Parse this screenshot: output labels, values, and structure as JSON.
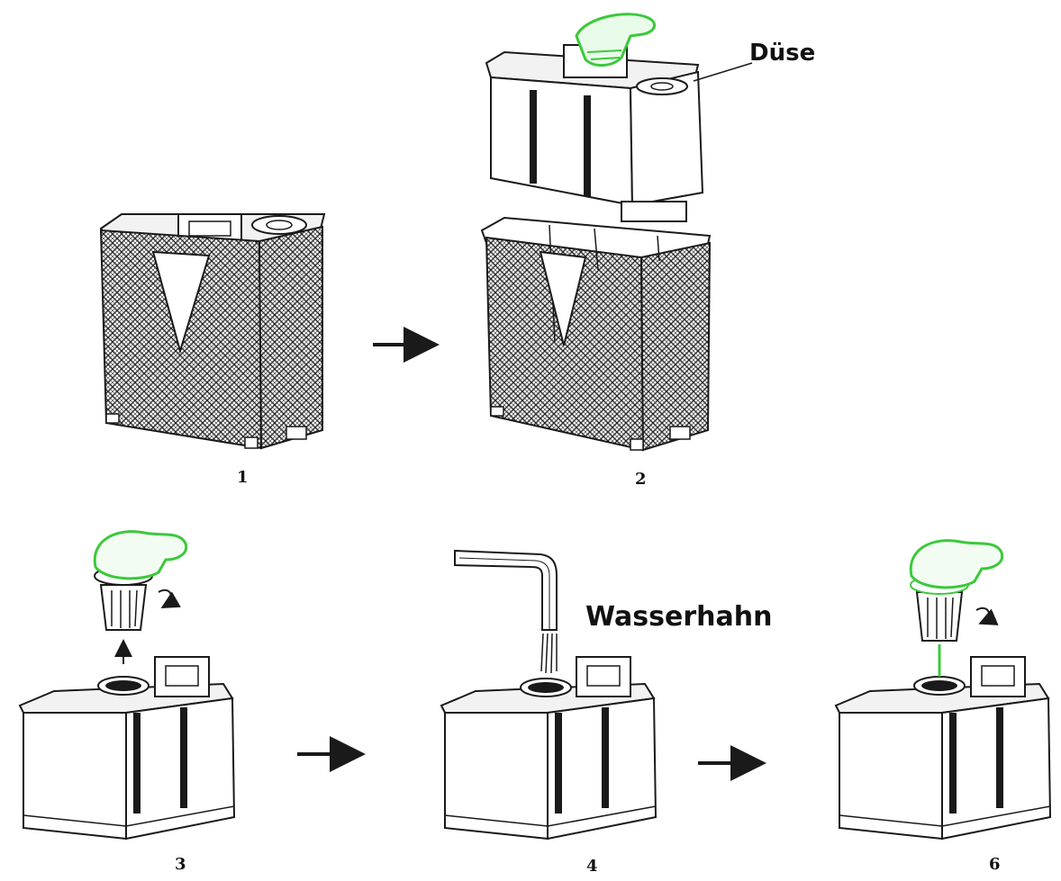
{
  "labels": {
    "nozzle": "Düse",
    "faucet": "Wasserhahn"
  },
  "steps": [
    "1",
    "2",
    "3",
    "4",
    "6"
  ],
  "colors": {
    "line": "#1a1a1a",
    "hand": "#3cc83c",
    "mesh": "#2a2a2a"
  }
}
